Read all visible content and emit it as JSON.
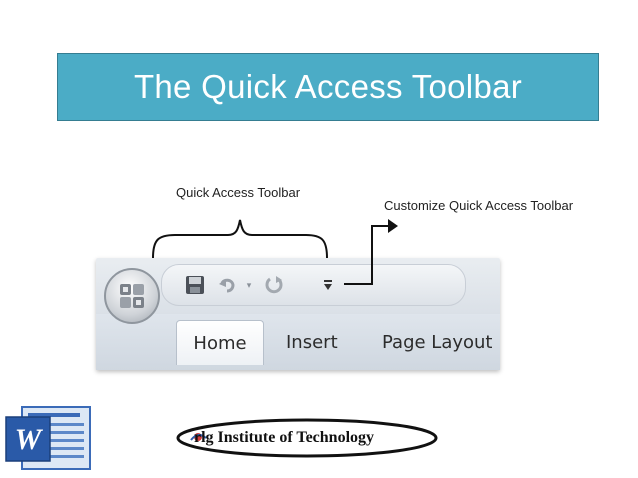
{
  "slide": {
    "title": "The Quick Access Toolbar",
    "colors": {
      "banner": "#4bacc6",
      "banner_text": "#ffffff"
    }
  },
  "annotations": {
    "quick_access_toolbar": "Quick Access Toolbar",
    "customize_quick_access_toolbar": "Customize Quick Access Toolbar"
  },
  "ribbon": {
    "office_button_icon": "office-logo-icon",
    "qat_icons": [
      "save-icon",
      "undo-icon",
      "undo-dropdown-icon",
      "redo-icon",
      "customize-dropdown-icon"
    ],
    "tabs": [
      {
        "label": "Home",
        "selected": true
      },
      {
        "label": "Insert",
        "selected": false
      },
      {
        "label": "Page Layout",
        "selected": false
      }
    ]
  },
  "logos": {
    "word_icon": "word-logo-icon",
    "institute": "rlg Institute of Technology"
  }
}
